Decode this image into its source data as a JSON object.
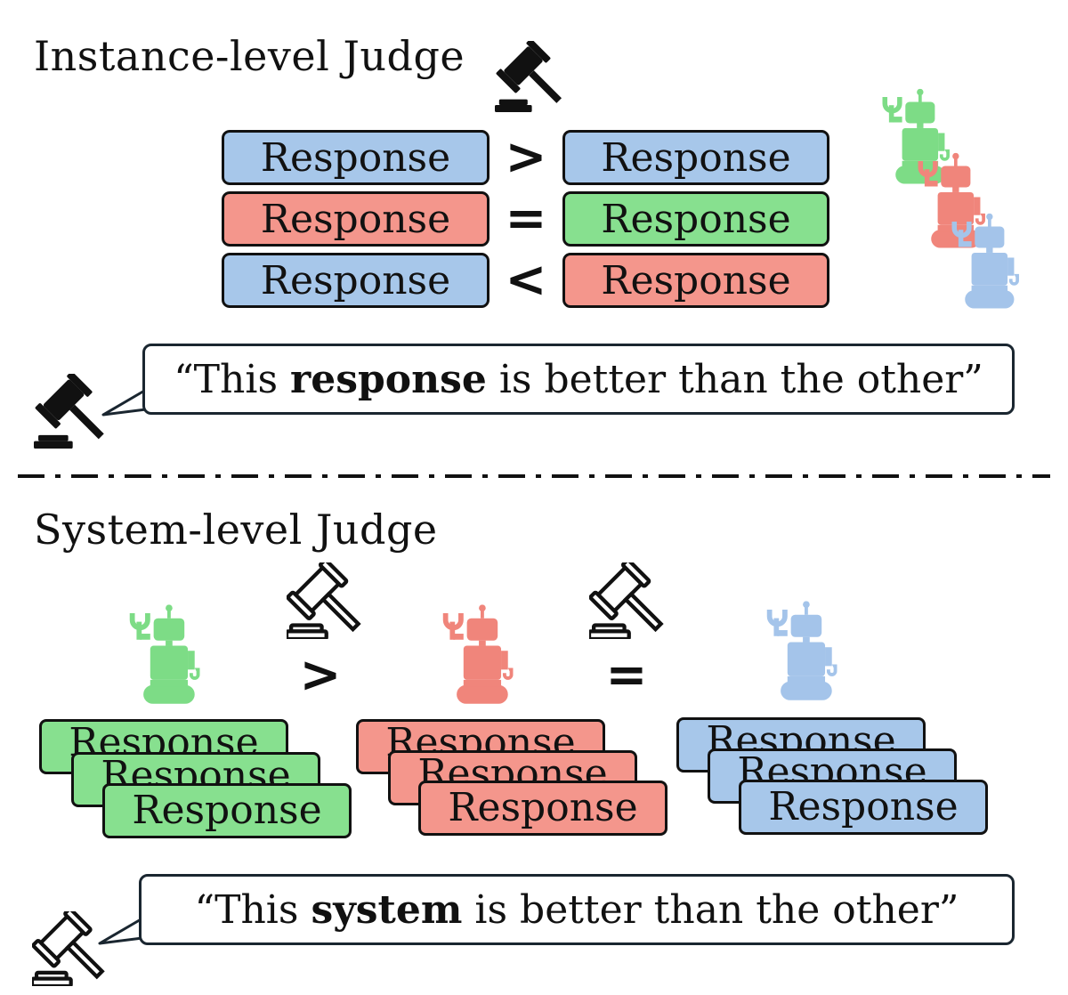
{
  "instance": {
    "title": "Instance-level Judge",
    "rows": [
      {
        "left": "Response",
        "op": ">",
        "right": "Response",
        "left_color": "blue",
        "right_color": "blue"
      },
      {
        "left": "Response",
        "op": "=",
        "right": "Response",
        "left_color": "red",
        "right_color": "green"
      },
      {
        "left": "Response",
        "op": "<",
        "right": "Response",
        "left_color": "blue",
        "right_color": "red"
      }
    ],
    "bubble": {
      "pre": "“This ",
      "bold": "response",
      "post": " is better than the other”"
    }
  },
  "system": {
    "title": "System-level Judge",
    "op1": ">",
    "op2": "=",
    "stacks": [
      {
        "color": "green",
        "labels": [
          "Response",
          "Response",
          "Response"
        ]
      },
      {
        "color": "red",
        "labels": [
          "Response",
          "Response",
          "Response"
        ]
      },
      {
        "color": "blue",
        "labels": [
          "Response",
          "Response",
          "Response"
        ]
      }
    ],
    "bubble": {
      "pre": "“This ",
      "bold": "system",
      "post": " is better than the other”"
    }
  },
  "colors": {
    "green": "#87e08f",
    "red": "#f4968c",
    "blue": "#a7c7ea",
    "robot_green": "#7ddc86",
    "robot_red": "#f0857b",
    "robot_blue": "#a4c4ea"
  },
  "icons": [
    "gavel-icon",
    "robot-icon"
  ]
}
